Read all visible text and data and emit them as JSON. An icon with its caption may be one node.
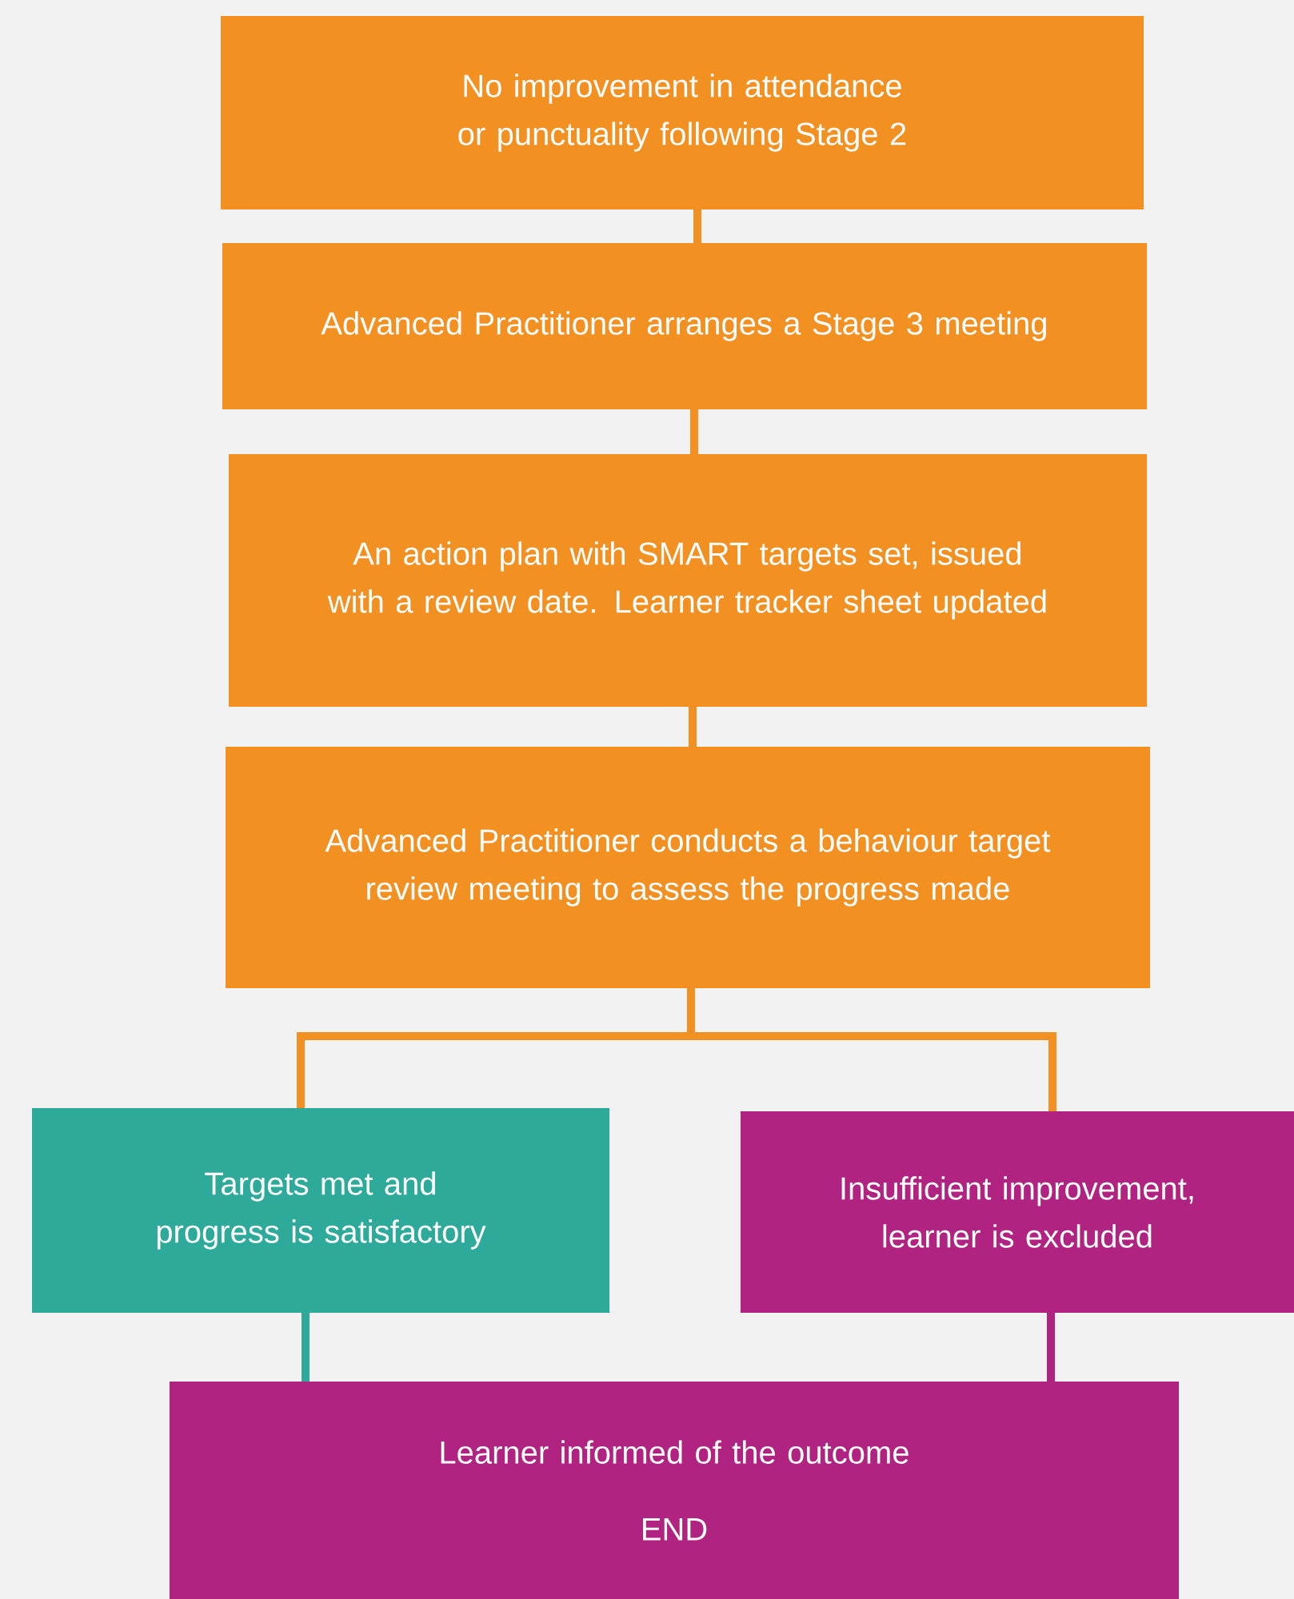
{
  "diagram": {
    "nodes": [
      {
        "text": [
          "No improvement in attendance or punctuality following Stage 2"
        ]
      },
      {
        "text": [
          "Advanced Practitioner arranges a Stage 3 meeting"
        ]
      },
      {
        "text": [
          "An action plan with SMART targets set, issued with a review date. Learner tracker sheet updated"
        ]
      },
      {
        "text": [
          "Advanced Practitioner conducts a behaviour target review meeting to assess the progress made"
        ]
      },
      {
        "text": [
          "Targets met and progress is satisfactory"
        ]
      },
      {
        "text": [
          "Insufficient improvement, learner is excluded"
        ]
      },
      {
        "text": [
          "Learner informed of the outcome",
          "END"
        ]
      }
    ],
    "edges": [
      {
        "from": 0,
        "to": 1,
        "arrow": "none"
      },
      {
        "from": 1,
        "to": 2,
        "arrow": "none"
      },
      {
        "from": 2,
        "to": 3,
        "arrow": "none"
      },
      {
        "from": 3,
        "to": 4,
        "arrow": "none"
      },
      {
        "from": 3,
        "to": 5,
        "arrow": "none"
      },
      {
        "from": 4,
        "to": 6,
        "arrow": "none",
        "color": "#2eaa9a"
      },
      {
        "from": 5,
        "to": 6,
        "arrow": "none",
        "color": "#b12381"
      }
    ]
  }
}
